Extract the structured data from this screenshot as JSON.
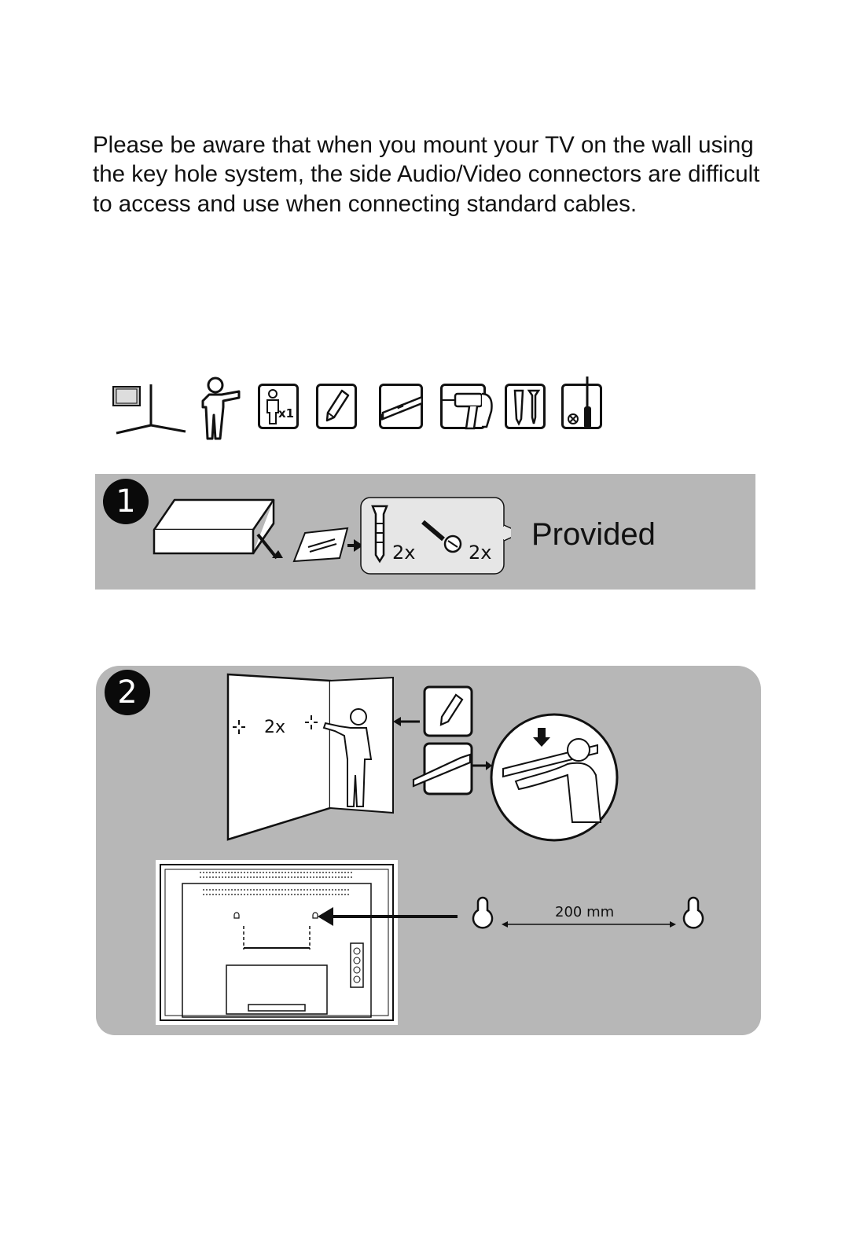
{
  "notice": {
    "text": "Please be aware that when you mount your TV on the wall using the key hole system, the side Audio/Video connectors are difficult to access and use when connecting standard cables."
  },
  "tools": {
    "person_count": "x1",
    "items": [
      "wall-corner-icon",
      "person-pointing-icon",
      "one-person-icon",
      "pencil-icon",
      "spirit-level-icon",
      "drill-icon",
      "plug-and-screw-icon",
      "screwdriver-icon"
    ]
  },
  "step1": {
    "number": "1",
    "plug_qty": "2x",
    "screw_qty": "2x",
    "provided_label": "Provided"
  },
  "step2": {
    "number": "2",
    "mark_qty": "2x",
    "distance_label": "200 mm"
  },
  "colors": {
    "panel": "#b7b7b7",
    "ink": "#111111"
  }
}
